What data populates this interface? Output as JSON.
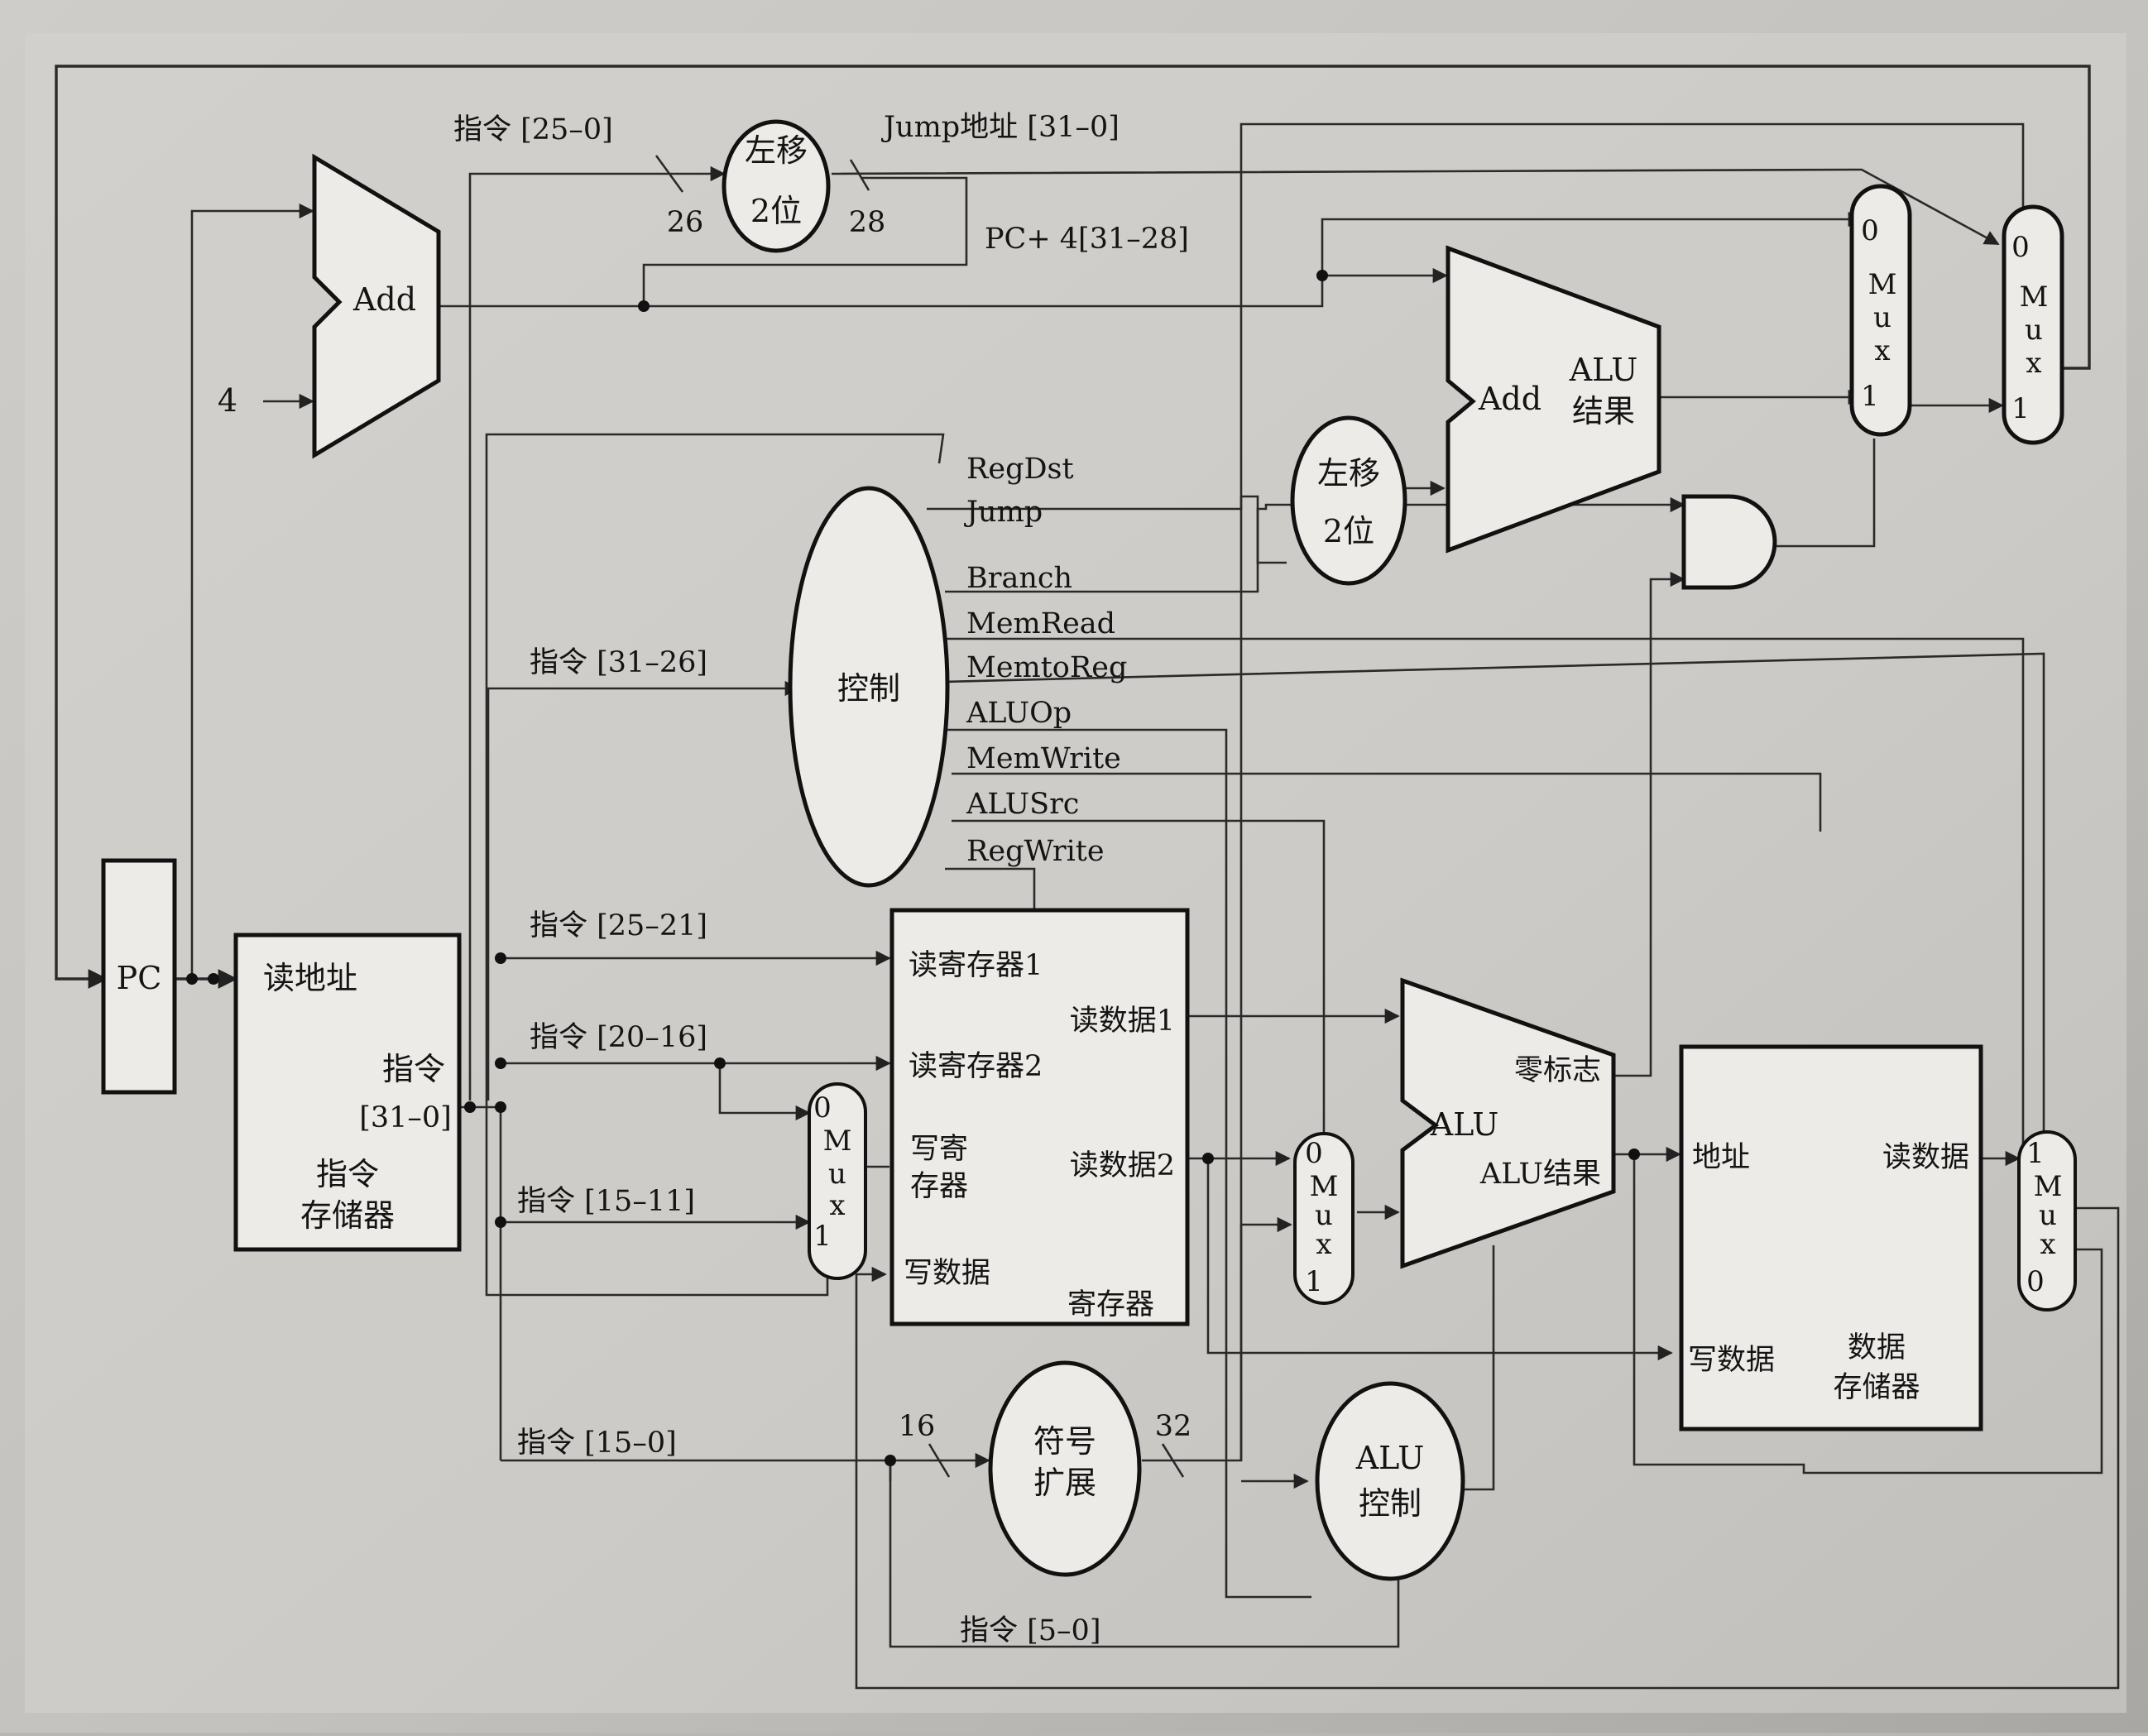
{
  "diagram": {
    "blocks": {
      "pc": "PC",
      "add_top": "Add",
      "const_four": "4",
      "shift_top_l1": "左移",
      "shift_top_l2": "2位",
      "shift_mid_l1": "左移",
      "shift_mid_l2": "2位",
      "add_branch_l1": "Add",
      "add_branch_l2": "ALU",
      "add_branch_l3": "结果",
      "control": "控制",
      "imem_read_addr": "读地址",
      "imem_instr_l1": "指令",
      "imem_instr_l2": "[31–0]",
      "imem_name_l1": "指令",
      "imem_name_l2": "存储器",
      "reg_read1": "读寄存器1",
      "reg_read2": "读寄存器2",
      "reg_write_l1": "写寄",
      "reg_write_l2": "存器",
      "reg_write_data": "写数据",
      "reg_data1": "读数据1",
      "reg_data2": "读数据2",
      "reg_name": "寄存器",
      "alu": "ALU",
      "alu_zero": "零标志",
      "alu_result": "ALU结果",
      "dmem_addr": "地址",
      "dmem_read": "读数据",
      "dmem_write": "写数据",
      "dmem_name_l1": "数据",
      "dmem_name_l2": "存储器",
      "sign_l1": "符号",
      "sign_l2": "扩展",
      "aluctl_l1": "ALU",
      "aluctl_l2": "控制"
    },
    "mux": {
      "m": "M",
      "u": "u",
      "x": "x",
      "zero": "0",
      "one": "1"
    },
    "signals": {
      "reg_dst": "RegDst",
      "jump": "Jump",
      "branch": "Branch",
      "mem_read": "MemRead",
      "mem_to_reg": "MemtoReg",
      "alu_op": "ALUOp",
      "mem_write": "MemWrite",
      "alu_src": "ALUSrc",
      "reg_write": "RegWrite"
    },
    "wires": {
      "instr_25_0": "指令 [25–0]",
      "jump_addr": "Jump地址 [31–0]",
      "pc4_31_28": "PC+ 4[31–28]",
      "bits_26": "26",
      "bits_28": "28",
      "instr_31_26": "指令 [31–26]",
      "instr_25_21": "指令 [25–21]",
      "instr_20_16": "指令 [20–16]",
      "instr_15_11": "指令 [15–11]",
      "instr_15_0": "指令 [15–0]",
      "instr_5_0": "指令 [5–0]",
      "bits_16": "16",
      "bits_32": "32"
    }
  }
}
